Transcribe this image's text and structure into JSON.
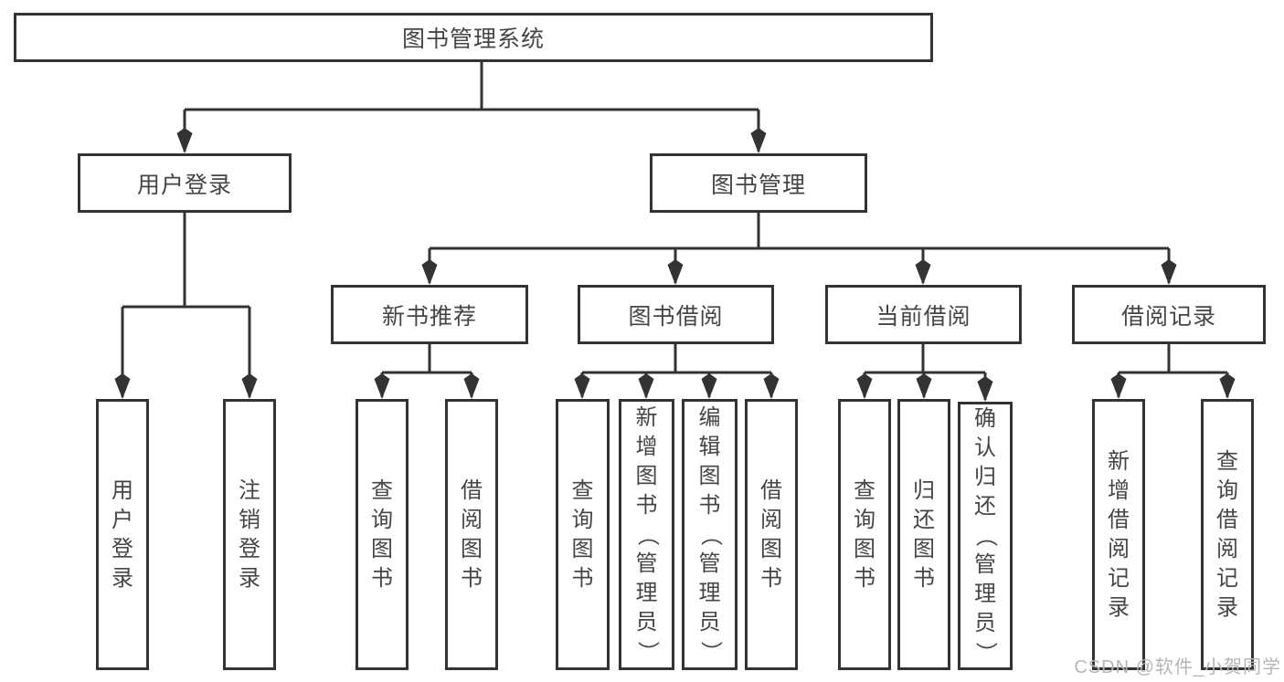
{
  "tree": {
    "label": "图书管理系统",
    "children": [
      {
        "label": "用户登录",
        "children": [
          {
            "label": "用户登录"
          },
          {
            "label": "注销登录"
          }
        ]
      },
      {
        "label": "图书管理",
        "children": [
          {
            "label": "新书推荐",
            "children": [
              {
                "label": "查询图书"
              },
              {
                "label": "借阅图书"
              }
            ]
          },
          {
            "label": "图书借阅",
            "children": [
              {
                "label": "查询图书"
              },
              {
                "label": "新增图书（管理员）"
              },
              {
                "label": "编辑图书（管理员）"
              },
              {
                "label": "借阅图书"
              }
            ]
          },
          {
            "label": "当前借阅",
            "children": [
              {
                "label": "查询图书"
              },
              {
                "label": "归还图书"
              },
              {
                "label": "确认归还（管理员）"
              }
            ]
          },
          {
            "label": "借阅记录",
            "children": [
              {
                "label": "新增借阅记录"
              },
              {
                "label": "查询借阅记录"
              }
            ]
          }
        ]
      }
    ]
  },
  "watermark": {
    "text": "CSDN @软件_小贺同学"
  },
  "colors": {
    "line": "#333333",
    "box_border": "#333333",
    "box_fill": "#ffffff",
    "text": "#454545",
    "watermark": "#b5b5b5",
    "background": "#ffffff"
  }
}
